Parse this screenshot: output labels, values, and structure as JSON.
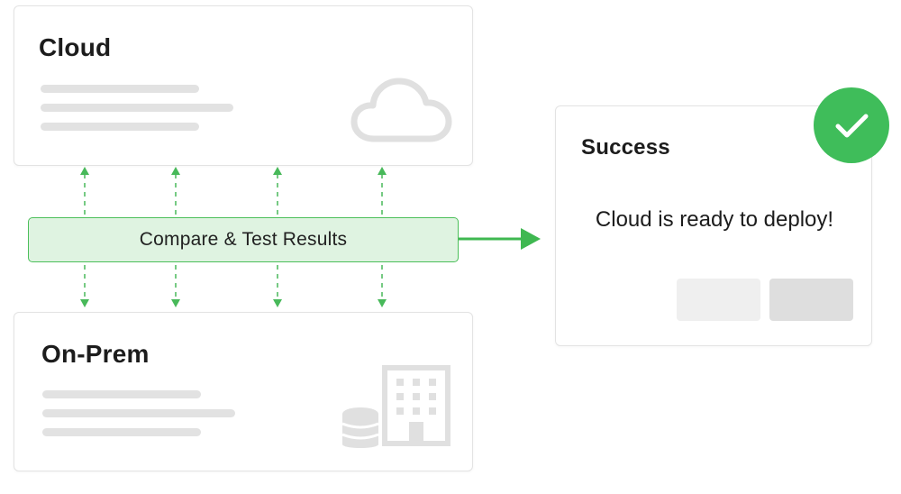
{
  "cloud": {
    "title": "Cloud",
    "icon": "cloud-icon"
  },
  "on_prem": {
    "title": "On-Prem",
    "icons": [
      "database-icon",
      "building-icon"
    ]
  },
  "compare": {
    "label": "Compare & Test Results"
  },
  "success": {
    "title": "Success",
    "message": "Cloud is ready to deploy!",
    "badge_icon": "checkmark-icon"
  },
  "colors": {
    "accent_green": "#3fbd5a",
    "compare_fill": "#dff3e1",
    "placeholder_gray": "#e2e2e2"
  }
}
